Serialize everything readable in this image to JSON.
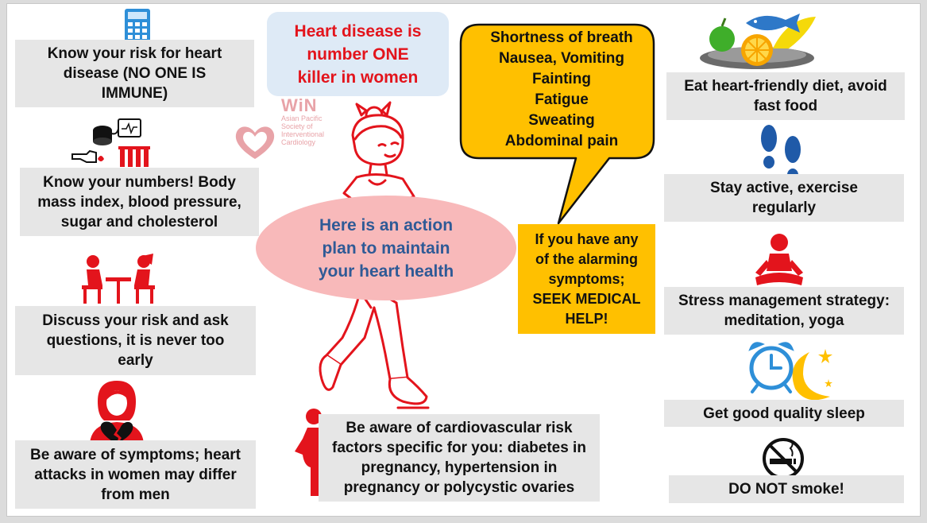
{
  "title": {
    "line1": "Heart disease is",
    "line2": "number ONE",
    "line3": "killer in women"
  },
  "center": {
    "line1": "Here is an action",
    "line2": "plan to maintain",
    "line3": "your heart health"
  },
  "symptoms_bubble": {
    "items": [
      "Shortness of breath",
      "Nausea, Vomiting",
      "Fainting",
      "Fatigue",
      "Sweating",
      "Abdominal pain"
    ]
  },
  "alarm_box": {
    "lines": [
      "If you have any",
      "of the alarming",
      "symptoms;",
      "SEEK MEDICAL",
      "HELP!"
    ]
  },
  "logo": {
    "name": "WiN",
    "subtitle_lines": [
      "Asian Pacific",
      "Society of",
      "Interventional",
      "Cardiology"
    ]
  },
  "left_tips": {
    "risk": [
      "Know your risk for heart",
      "disease (NO ONE IS",
      "IMMUNE)"
    ],
    "numbers": [
      "Know your numbers! Body",
      "mass index, blood pressure,",
      "sugar and cholesterol"
    ],
    "discuss": [
      "Discuss your risk and ask",
      "questions, it is never too",
      "early"
    ],
    "symptoms": [
      "Be aware of symptoms; heart",
      "attacks in women may differ",
      "from men"
    ]
  },
  "bottom_tip": [
    "Be aware of cardiovascular risk",
    "factors specific for you: diabetes in",
    "pregnancy, hypertension in",
    "pregnancy or polycystic ovaries"
  ],
  "right_tips": {
    "diet": [
      "Eat heart-friendly diet, avoid",
      "fast food"
    ],
    "active": [
      "Stay active, exercise",
      "regularly"
    ],
    "stress": [
      "Stress management strategy:",
      "meditation, yoga"
    ],
    "sleep": [
      "Get good quality sleep"
    ],
    "smoke": [
      "DO NOT smoke!"
    ]
  },
  "icons": [
    "calculator-icon",
    "medical-devices-icon",
    "consultation-icon",
    "broken-heart-woman-icon",
    "pregnant-woman-icon",
    "fruit-fish-plate-icon",
    "footprints-icon",
    "meditation-icon",
    "alarm-clock-moon-icon",
    "no-smoking-icon",
    "walking-woman-illustration",
    "heart-logo-icon"
  ],
  "colors": {
    "red": "#e3141c",
    "orange": "#ffc000",
    "blue_text": "#2f5a96",
    "pink": "#f8b9ba",
    "gray_box": "#e6e6e6"
  }
}
